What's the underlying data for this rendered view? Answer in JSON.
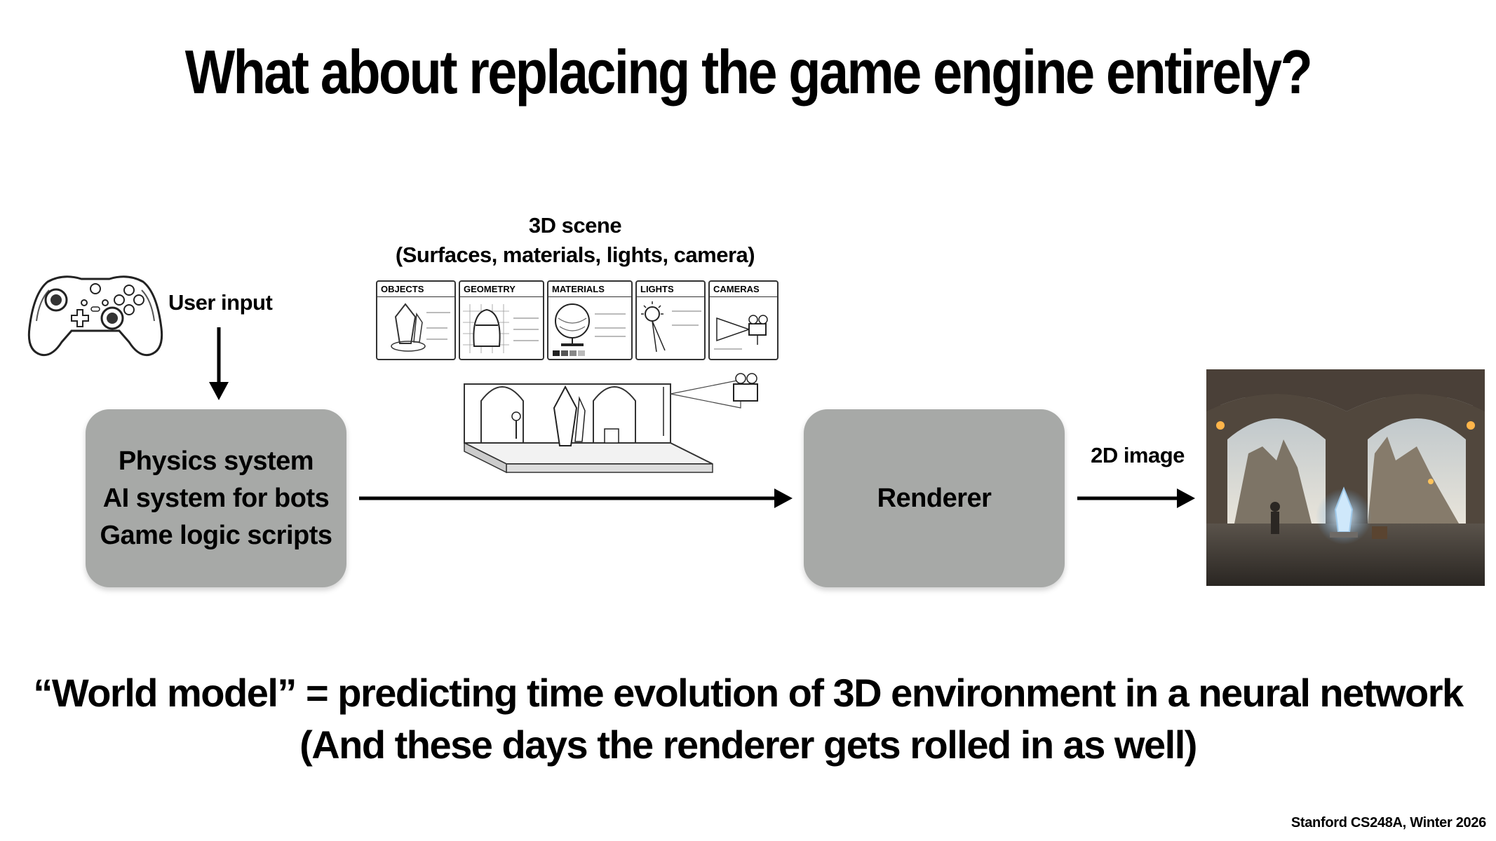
{
  "title": "What about replacing the game engine entirely?",
  "user_input_label": "User input",
  "scene_label": {
    "line1": "3D scene",
    "line2": "(Surfaces, materials, lights, camera)"
  },
  "scene_cards": [
    {
      "title": "OBJECTS"
    },
    {
      "title": "GEOMETRY"
    },
    {
      "title": "MATERIALS"
    },
    {
      "title": "LIGHTS"
    },
    {
      "title": "CAMERAS"
    }
  ],
  "physics_box": {
    "lines": [
      "Physics system",
      "AI system for bots",
      "Game logic scripts"
    ]
  },
  "renderer_box": {
    "label": "Renderer"
  },
  "image_label": "2D image",
  "bottom": {
    "line1": "“World model” = predicting time evolution of 3D environment in a neural network",
    "line2": "(And these days the renderer gets rolled in as well)"
  },
  "footer": "Stanford CS248A, Winter 2026",
  "colors": {
    "box": "#a7a9a7",
    "arrow": "#000000"
  }
}
